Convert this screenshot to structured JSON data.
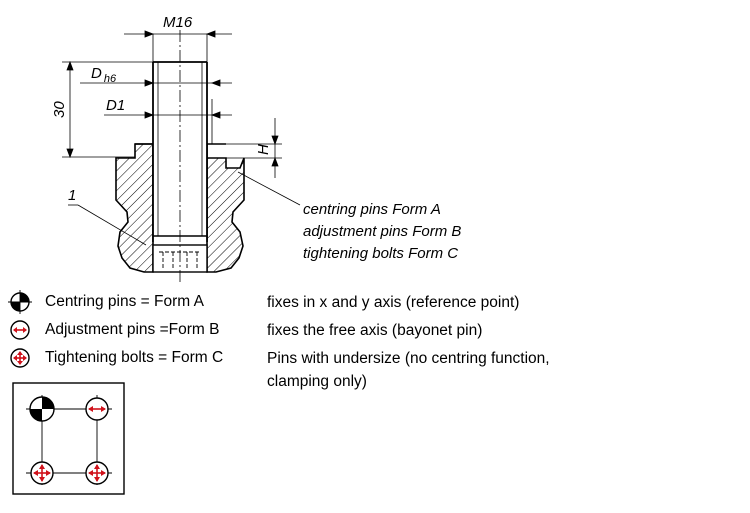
{
  "drawing": {
    "dimensions": {
      "thread": "M16",
      "shank_diameter_main": "D",
      "shank_diameter_sub": "h6",
      "inner_diameter": "D1",
      "length": "30",
      "collar_height": "H"
    },
    "item_number": "1",
    "callout_lines": [
      "centring pins Form A",
      "adjustment pins Form B",
      "tightening bolts Form C"
    ]
  },
  "legend": {
    "items": [
      {
        "symbol": "centring-symbol",
        "label": "Centring pins = Form A",
        "description": "fixes in x and y axis (reference point)"
      },
      {
        "symbol": "adjustment-symbol",
        "label": "Adjustment pins =Form B",
        "description": "fixes the free axis (bayonet pin)"
      },
      {
        "symbol": "tightening-symbol",
        "label": "Tightening bolts = Form C",
        "description": "Pins with undersize (no centring function, clamping only)"
      }
    ]
  },
  "colors": {
    "line": "#000000",
    "arrow_red": "#d0121b"
  }
}
